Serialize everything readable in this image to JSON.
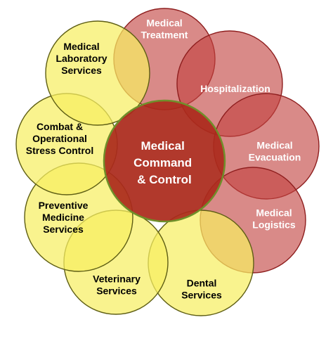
{
  "colors": {
    "red_petal_fill": "#c1423f",
    "red_petal_stroke": "#8e1e1e",
    "yellow_petal_fill": "#f6ef62",
    "yellow_petal_stroke": "#5e5e14",
    "center_fill": "#ab2a1c",
    "center_stroke": "#6f8f2a",
    "red_label": "#ffffff",
    "yellow_label": "#000000"
  },
  "center": {
    "lines": [
      "Medical",
      "Command",
      "& Control"
    ]
  },
  "petals": [
    {
      "id": "medical-treatment",
      "tone": "red",
      "lines": [
        "Medical",
        "Treatment"
      ]
    },
    {
      "id": "hospitalization",
      "tone": "red",
      "lines": [
        "Hospitalization"
      ]
    },
    {
      "id": "medical-evacuation",
      "tone": "red",
      "lines": [
        "Medical",
        "Evacuation"
      ]
    },
    {
      "id": "medical-logistics",
      "tone": "red",
      "lines": [
        "Medical",
        "Logistics"
      ]
    },
    {
      "id": "dental-services",
      "tone": "yellow",
      "lines": [
        "Dental",
        "Services"
      ]
    },
    {
      "id": "veterinary-services",
      "tone": "yellow",
      "lines": [
        "Veterinary",
        "Services"
      ]
    },
    {
      "id": "preventive-medicine-services",
      "tone": "yellow",
      "lines": [
        "Preventive",
        "Medicine",
        "Services"
      ]
    },
    {
      "id": "combat-operational-stress-control",
      "tone": "yellow",
      "lines": [
        "Combat &",
        "Operational",
        "Stress Control"
      ]
    },
    {
      "id": "medical-laboratory-services",
      "tone": "yellow",
      "lines": [
        "Medical",
        "Laboratory",
        "Services"
      ]
    }
  ]
}
